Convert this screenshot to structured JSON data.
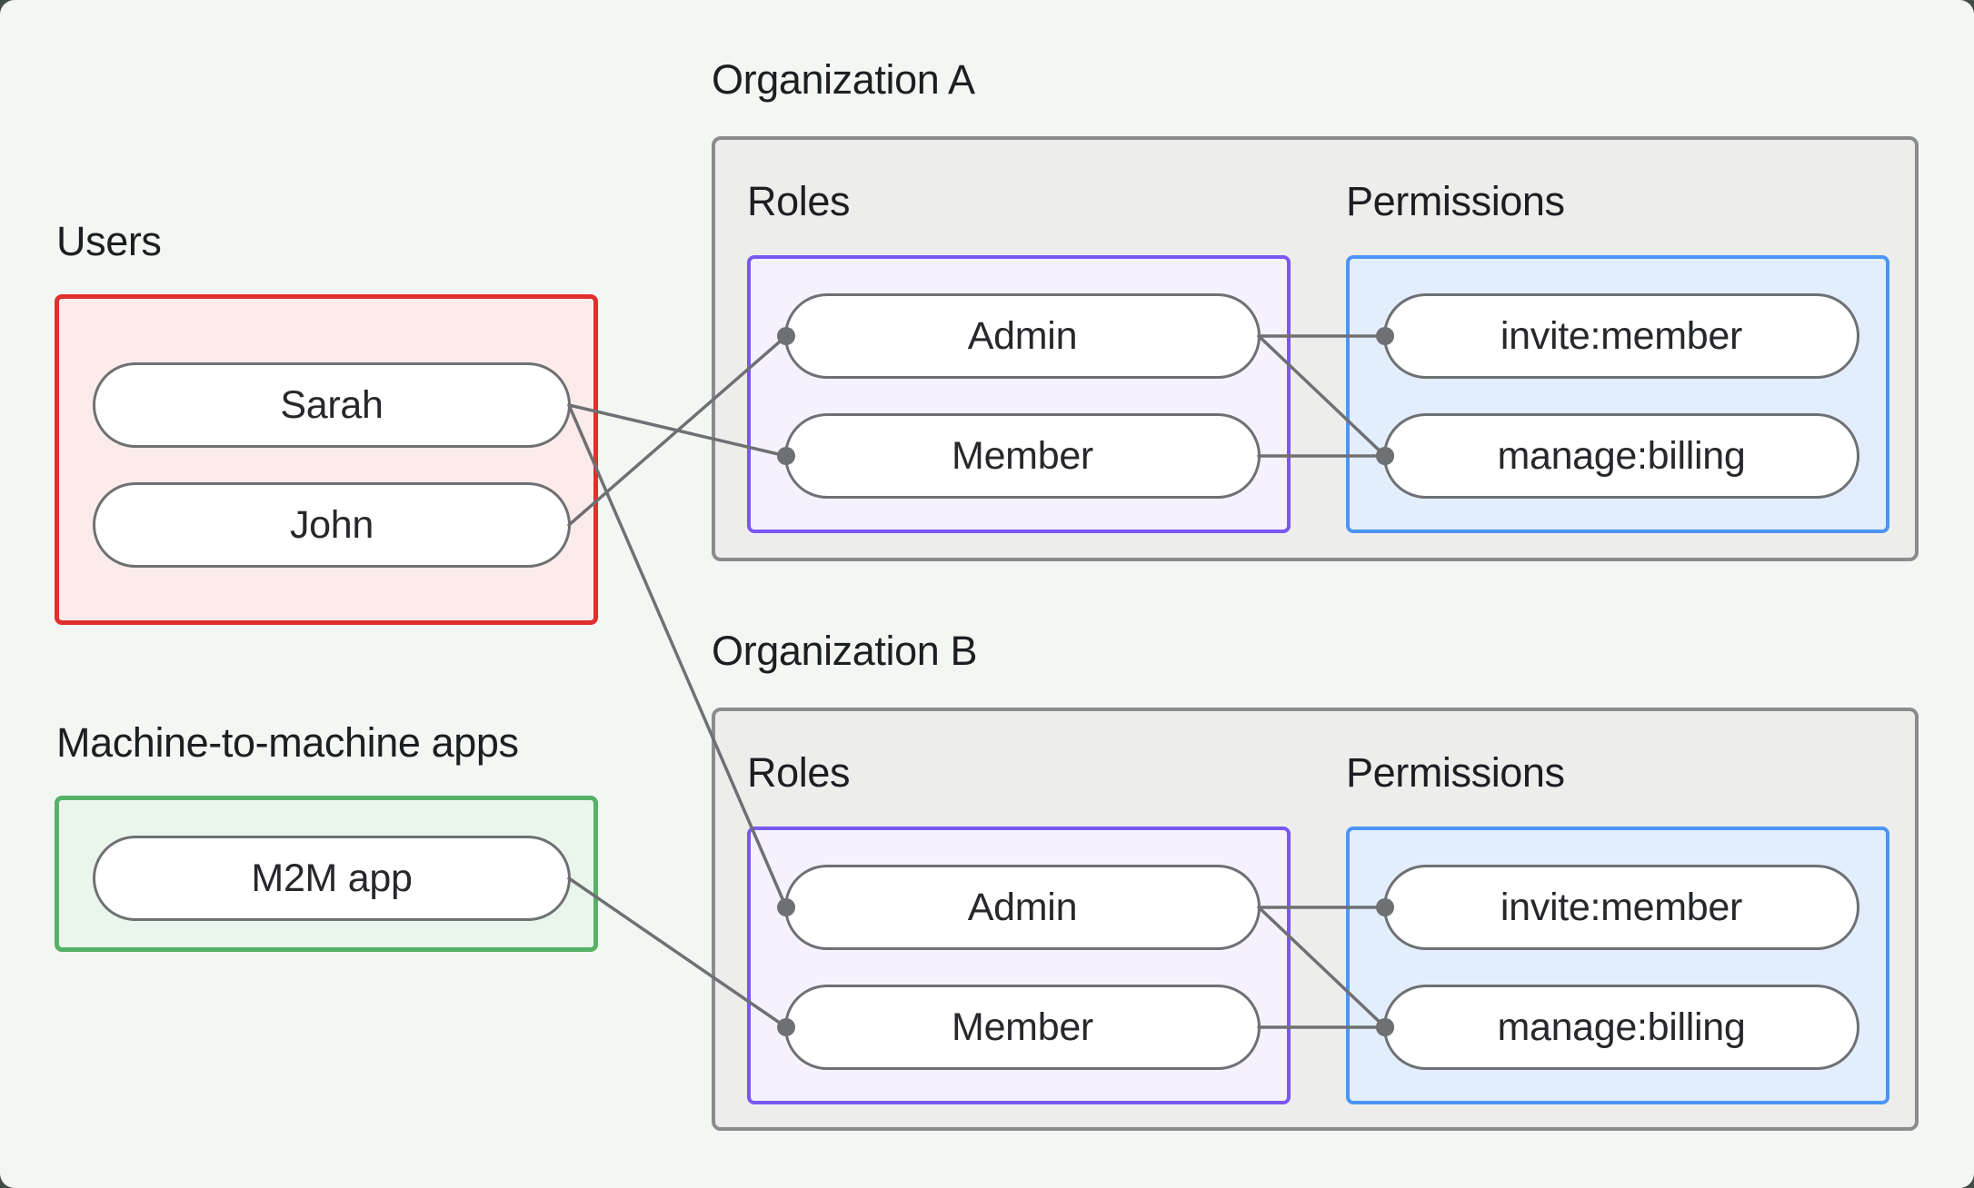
{
  "sections": {
    "users": {
      "label": "Users",
      "items": [
        {
          "id": "pill-sarah",
          "label": "Sarah"
        },
        {
          "id": "pill-john",
          "label": "John"
        }
      ]
    },
    "m2m": {
      "label": "Machine-to-machine apps",
      "items": [
        {
          "id": "pill-m2m-app",
          "label": "M2M app"
        }
      ]
    },
    "org_a": {
      "title": "Organization A",
      "roles_label": "Roles",
      "permissions_label": "Permissions",
      "roles": [
        {
          "id": "orga-pill-admin",
          "label": "Admin"
        },
        {
          "id": "orga-pill-member",
          "label": "Member"
        }
      ],
      "permissions": [
        {
          "id": "orga-pill-invite-member",
          "label": "invite:member"
        },
        {
          "id": "orga-pill-manage-billing",
          "label": "manage:billing"
        }
      ]
    },
    "org_b": {
      "title": "Organization B",
      "roles_label": "Roles",
      "permissions_label": "Permissions",
      "roles": [
        {
          "id": "orgb-pill-admin",
          "label": "Admin"
        },
        {
          "id": "orgb-pill-member",
          "label": "Member"
        }
      ],
      "permissions": [
        {
          "id": "orgb-pill-invite-member",
          "label": "invite:member"
        },
        {
          "id": "orgb-pill-manage-billing",
          "label": "manage:billing"
        }
      ]
    }
  },
  "edges": [
    {
      "from": "pill-sarah",
      "to": "orga-pill-member"
    },
    {
      "from": "pill-john",
      "to": "orga-pill-admin"
    },
    {
      "from": "pill-sarah",
      "to": "orgb-pill-admin"
    },
    {
      "from": "pill-m2m-app",
      "to": "orgb-pill-member"
    },
    {
      "from": "orga-pill-admin",
      "to": "orga-pill-invite-member"
    },
    {
      "from": "orga-pill-admin",
      "to": "orga-pill-manage-billing"
    },
    {
      "from": "orga-pill-member",
      "to": "orga-pill-manage-billing"
    },
    {
      "from": "orgb-pill-admin",
      "to": "orgb-pill-invite-member"
    },
    {
      "from": "orgb-pill-admin",
      "to": "orgb-pill-manage-billing"
    },
    {
      "from": "orgb-pill-member",
      "to": "orgb-pill-manage-billing"
    }
  ],
  "colors": {
    "background": "#f4f6f4",
    "org_box_fill": "#ededec",
    "org_box_border": "#8a8b8d",
    "roles_fill": "#f6f1fe",
    "roles_border": "#7a58f2",
    "permissions_fill": "#e2eefc",
    "permissions_border": "#4b95f6",
    "users_fill": "#fcebeb",
    "users_border": "#df302d",
    "m2m_fill": "#eaf6ec",
    "m2m_border": "#57b167",
    "pill_border": "#6e7073",
    "line": "#6e7073",
    "text": "#1c1e21"
  }
}
